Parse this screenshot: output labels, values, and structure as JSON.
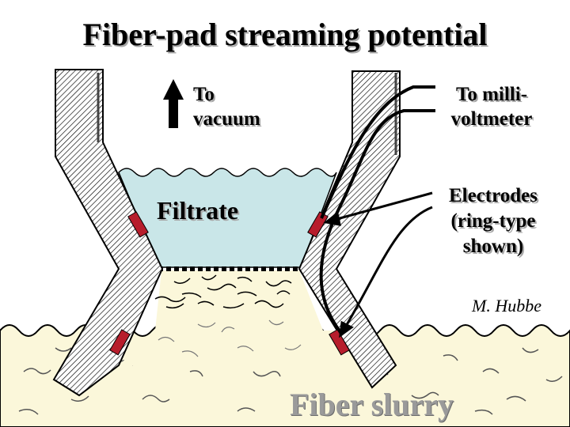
{
  "title": "Fiber-pad streaming potential",
  "labels": {
    "to_vacuum": [
      "To",
      "vacuum"
    ],
    "to_millivoltmeter": [
      "To milli-",
      "voltmeter"
    ],
    "electrodes": [
      "Electrodes",
      "(ring-type",
      "shown)"
    ],
    "filtrate": "Filtrate",
    "author": "M. Hubbe",
    "fiber_slurry": "Fiber slurry"
  },
  "colors": {
    "filtrate": "#c9e6e8",
    "slurry": "#fbf7da",
    "electrode": "#b71d2c",
    "wall_hatch": "#000000",
    "slurry_label": "#9a9a9a"
  }
}
